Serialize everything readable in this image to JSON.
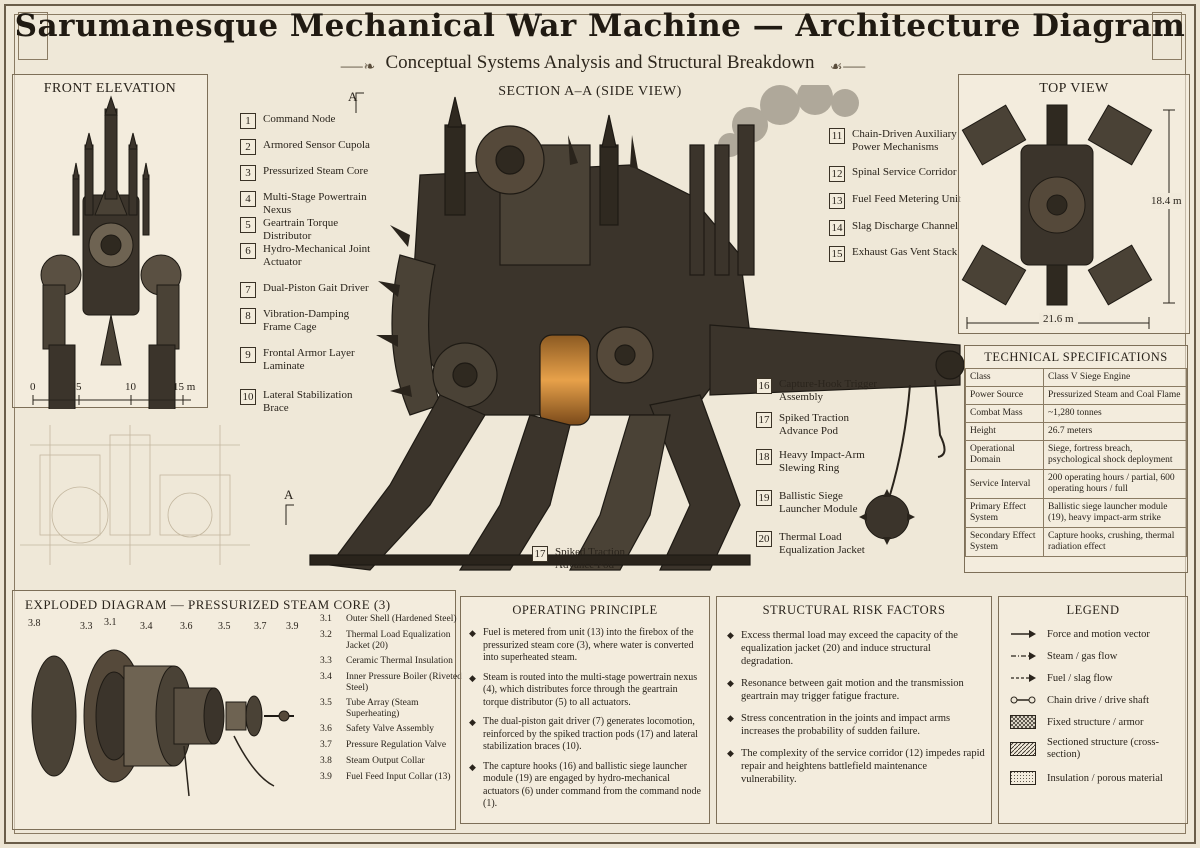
{
  "title": "Sarumanesque Mechanical War Machine — Architecture Diagram",
  "subtitle": "Conceptual Systems Analysis and Structural Breakdown",
  "front_elevation": {
    "title": "FRONT ELEVATION",
    "scale_labels": [
      "0",
      "5",
      "10",
      "15 m"
    ]
  },
  "side_view": {
    "title": "SECTION A–A (SIDE VIEW)",
    "section_marker": "A",
    "callouts_left": [
      {
        "num": "1",
        "label": "Command Node"
      },
      {
        "num": "2",
        "label": "Armored Sensor Cupola"
      },
      {
        "num": "3",
        "label": "Pressurized Steam Core"
      },
      {
        "num": "4",
        "label": "Multi-Stage Powertrain Nexus"
      },
      {
        "num": "5",
        "label": "Geartrain Torque Distributor"
      },
      {
        "num": "6",
        "label": "Hydro-Mechanical Joint Actuator"
      },
      {
        "num": "7",
        "label": "Dual-Piston Gait Driver"
      },
      {
        "num": "8",
        "label": "Vibration-Damping Frame Cage"
      },
      {
        "num": "9",
        "label": "Frontal Armor Layer Laminate"
      },
      {
        "num": "10",
        "label": "Lateral Stabilization Brace"
      }
    ],
    "callouts_right_top": [
      {
        "num": "11",
        "label": "Chain-Driven Auxiliary Power Mechanisms"
      },
      {
        "num": "12",
        "label": "Spinal Service Corridor"
      },
      {
        "num": "13",
        "label": "Fuel Feed Metering Unit"
      },
      {
        "num": "14",
        "label": "Slag Discharge Channel"
      },
      {
        "num": "15",
        "label": "Exhaust Gas Vent Stack"
      }
    ],
    "callouts_right_bottom": [
      {
        "num": "16",
        "label": "Capture-Hook Trigger Assembly"
      },
      {
        "num": "17",
        "label": "Spiked Traction Advance Pod"
      },
      {
        "num": "18",
        "label": "Heavy Impact-Arm Slewing Ring"
      },
      {
        "num": "19",
        "label": "Ballistic Siege Launcher Module"
      },
      {
        "num": "20",
        "label": "Thermal Load Equalization Jacket"
      }
    ],
    "callout_bottom": {
      "num": "17",
      "label": "Spiked Traction Advance Pod"
    }
  },
  "top_view": {
    "title": "TOP VIEW",
    "width_label": "21.6 m",
    "height_label": "18.4 m"
  },
  "specs": {
    "title": "TECHNICAL SPECIFICATIONS",
    "rows": [
      {
        "k": "Class",
        "v": "Class V Siege Engine"
      },
      {
        "k": "Power Source",
        "v": "Pressurized Steam and Coal Flame"
      },
      {
        "k": "Combat Mass",
        "v": "~1,280 tonnes"
      },
      {
        "k": "Height",
        "v": "26.7 meters"
      },
      {
        "k": "Operational Domain",
        "v": "Siege, fortress breach, psychological shock deployment"
      },
      {
        "k": "Service Interval",
        "v": "200 operating hours / partial, 600 operating hours / full"
      },
      {
        "k": "Primary Effect System",
        "v": "Ballistic siege launcher module (19), heavy impact-arm strike"
      },
      {
        "k": "Secondary Effect System",
        "v": "Capture hooks, crushing, thermal radiation effect"
      }
    ]
  },
  "exploded": {
    "title": "EXPLODED DIAGRAM — PRESSURIZED STEAM CORE (3)",
    "part_numbers": [
      "3.8",
      "3.3",
      "3.1",
      "3.4",
      "3.6",
      "3.5",
      "3.7",
      "3.9"
    ],
    "parts": [
      {
        "num": "3.1",
        "label": "Outer Shell (Hardened Steel)"
      },
      {
        "num": "3.2",
        "label": "Thermal Load Equalization Jacket (20)"
      },
      {
        "num": "3.3",
        "label": "Ceramic Thermal Insulation"
      },
      {
        "num": "3.4",
        "label": "Inner Pressure Boiler (Riveted Steel)"
      },
      {
        "num": "3.5",
        "label": "Tube Array (Steam Superheating)"
      },
      {
        "num": "3.6",
        "label": "Safety Valve Assembly"
      },
      {
        "num": "3.7",
        "label": "Pressure Regulation Valve"
      },
      {
        "num": "3.8",
        "label": "Steam Output Collar"
      },
      {
        "num": "3.9",
        "label": "Fuel Feed Input Collar (13)"
      }
    ]
  },
  "operating_principle": {
    "title": "OPERATING PRINCIPLE",
    "items": [
      "Fuel is metered from unit (13) into the firebox of the pressurized steam core (3), where water is converted into superheated steam.",
      "Steam is routed into the multi-stage powertrain nexus (4), which distributes force through the geartrain torque distributor (5) to all actuators.",
      "The dual-piston gait driver (7) generates locomotion, reinforced by the spiked traction pods (17) and lateral stabilization braces (10).",
      "The capture hooks (16) and ballistic siege launcher module (19) are engaged by hydro-mechanical actuators (6) under command from the command node (1)."
    ]
  },
  "risk_factors": {
    "title": "STRUCTURAL RISK FACTORS",
    "items": [
      "Excess thermal load may exceed the capacity of the equalization jacket (20) and induce structural degradation.",
      "Resonance between gait motion and the transmission geartrain may trigger fatigue fracture.",
      "Stress concentration in the joints and impact arms increases the probability of sudden failure.",
      "The complexity of the service corridor (12) impedes rapid repair and heightens battlefield maintenance vulnerability."
    ]
  },
  "legend": {
    "title": "LEGEND",
    "items": [
      {
        "icon": "arrow-solid-icon",
        "label": "Force and motion vector"
      },
      {
        "icon": "arrow-dashdot-icon",
        "label": "Steam / gas flow"
      },
      {
        "icon": "arrow-dashed-icon",
        "label": "Fuel / slag flow"
      },
      {
        "icon": "chain-drive-icon",
        "label": "Chain drive / drive shaft"
      },
      {
        "icon": "crosshatch-icon",
        "label": "Fixed structure / armor"
      },
      {
        "icon": "diagonal-hatch-icon",
        "label": "Sectioned structure (cross-section)"
      },
      {
        "icon": "stipple-icon",
        "label": "Insulation / porous material"
      }
    ]
  },
  "colors": {
    "paper": "#efe8d8",
    "ink": "#2a241c",
    "metal_dark": "#3b342b",
    "metal_mid": "#6e6352",
    "core_glow": "#d88a2e"
  }
}
